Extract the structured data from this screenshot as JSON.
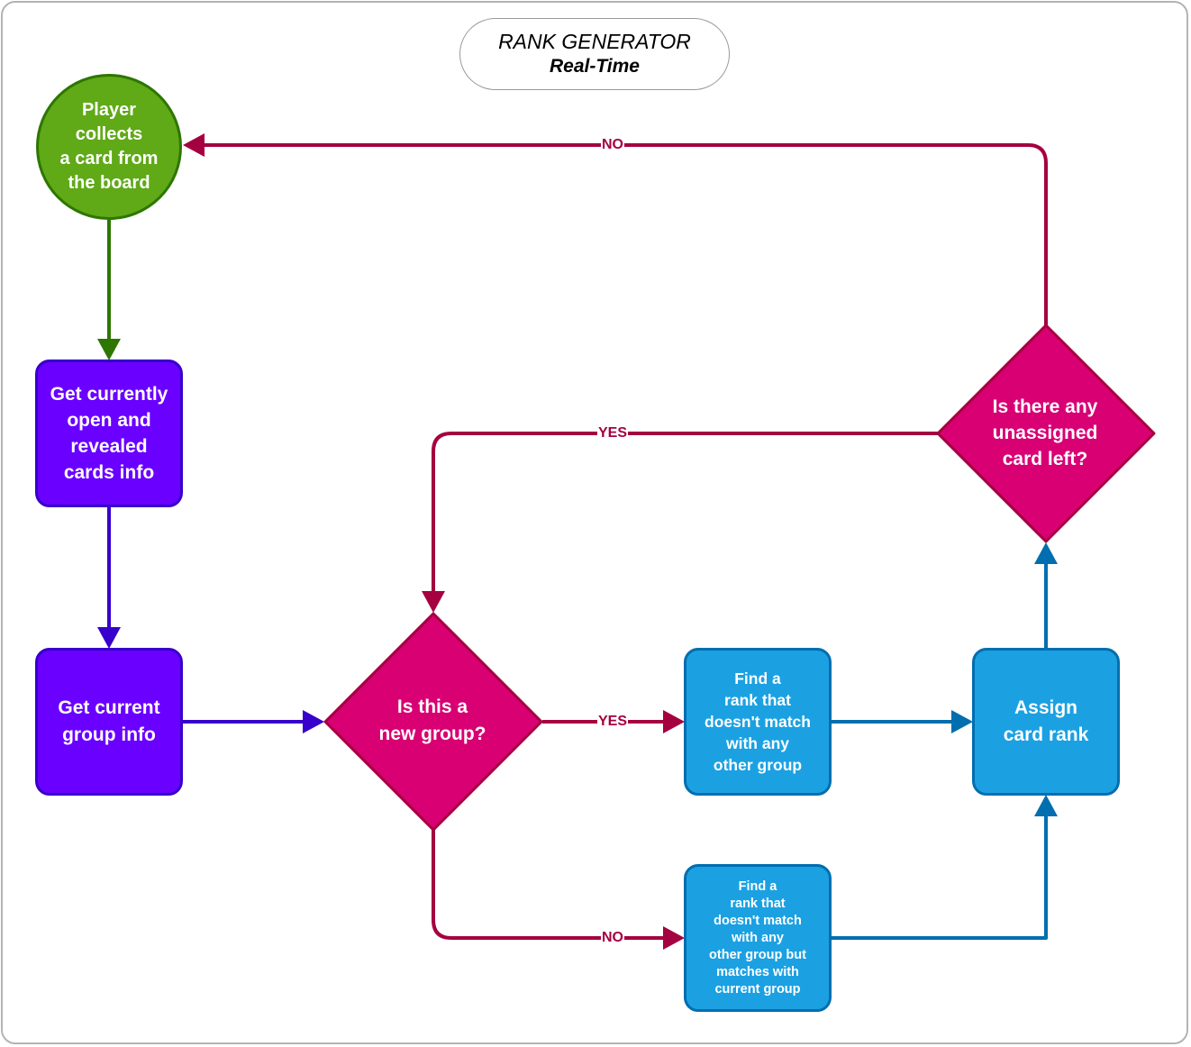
{
  "title": {
    "line1": "RANK GENERATOR",
    "line2": "Real-Time"
  },
  "nodes": {
    "start": "Player\ncollects\na card from\nthe board",
    "get_cards_info": "Get currently\nopen and\nrevealed\ncards info",
    "get_group_info": "Get current\ngroup info",
    "is_new_group": "Is this a\nnew group?",
    "find_rank_new": "Find a\nrank that\ndoesn't match\nwith any\nother group",
    "find_rank_existing": "Find a\nrank that\ndoesn't match\nwith any\nother group but\nmatches with\ncurrent group",
    "assign_rank": "Assign\ncard rank",
    "any_unassigned": "Is there any\nunassigned\ncard left?"
  },
  "edge_labels": {
    "no_loop_back": "NO",
    "yes_next_card": "YES",
    "yes_new_group": "YES",
    "no_existing_group": "NO"
  },
  "colors": {
    "start_fill": "#60a917",
    "start_stroke": "#2d7600",
    "process_fill": "#6a00ff",
    "process_stroke": "#3700cc",
    "decision_fill": "#d80073",
    "decision_stroke": "#a50040",
    "action_fill": "#1ba1e2",
    "action_stroke": "#006eaf"
  }
}
